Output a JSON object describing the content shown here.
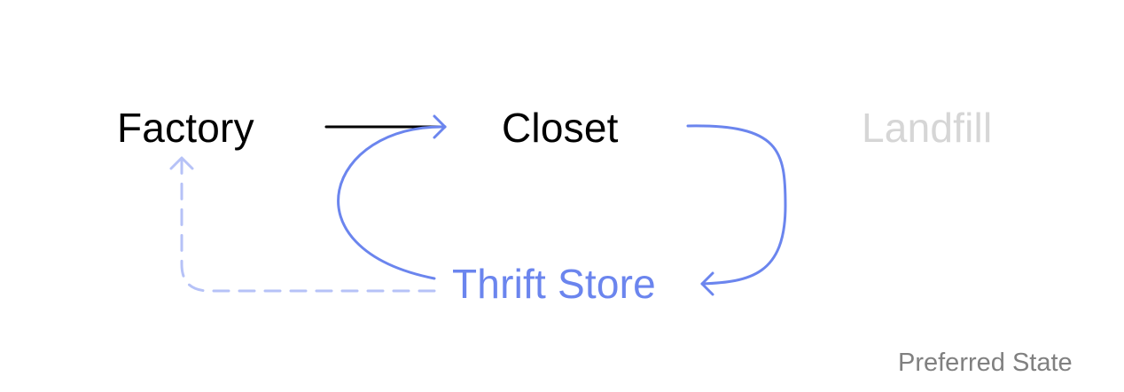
{
  "nodes": {
    "factory": "Factory",
    "closet": "Closet",
    "landfill": "Landfill",
    "thrift_store": "Thrift Store"
  },
  "caption": "Preferred State",
  "colors": {
    "primary_text": "#000000",
    "accent_blue": "#6b85ee",
    "dashed_blue": "#b6c2f7",
    "muted_node": "#d6d6d6",
    "caption": "#808080"
  },
  "edges": [
    {
      "from": "factory",
      "to": "closet",
      "style": "solid-black"
    },
    {
      "from": "closet",
      "to": "thrift_store",
      "style": "solid-blue"
    },
    {
      "from": "thrift_store",
      "to": "closet",
      "style": "solid-blue"
    },
    {
      "from": "thrift_store",
      "to": "factory",
      "style": "dashed-light-blue"
    }
  ]
}
